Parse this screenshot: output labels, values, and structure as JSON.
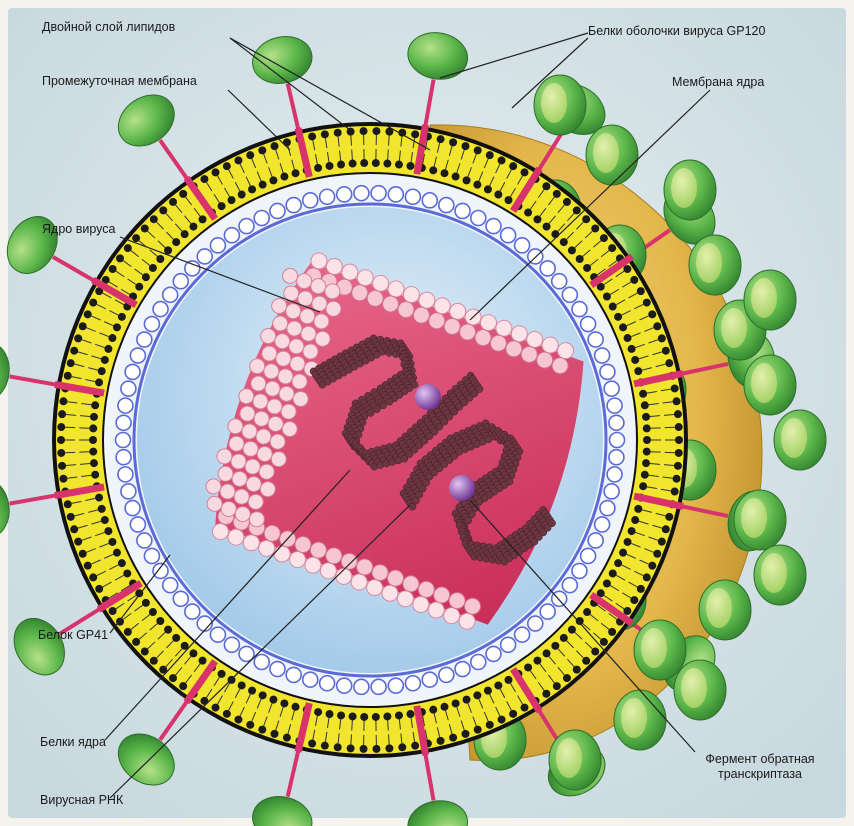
{
  "labels": {
    "lipid_bilayer": "Двойной слой липидов",
    "gp120": "Белки оболочки вируса GP120",
    "intermediate_membrane": "Промежуточная мембрана",
    "core_membrane": "Мембрана ядра",
    "virus_core": "Ядро вируса",
    "gp41": "Белок GP41",
    "core_proteins": "Белки ядра",
    "viral_rna": "Вирусная РНК",
    "reverse_transcriptase_line1": "Фермент обратная",
    "reverse_transcriptase_line2": "транскриптаза"
  },
  "colors": {
    "background": "#d5e3e8",
    "envelope_yellow": "#f2e52e",
    "lipid_head": "#1b1b1b",
    "gp41_stalk": "#d8336c",
    "gp120_knob": "#54b046",
    "gp120_knob_light": "#a8d97e",
    "matrix_inner": "#5a6bd6",
    "core_cytoplasm": "#c9e1f3",
    "capsid_pink": "#d83a64",
    "capsid_bead": "#f7cfd8",
    "rna_dark": "#6b3640",
    "enzyme_purple": "#8d4ab0",
    "shell_gold": "#e2b64a"
  }
}
